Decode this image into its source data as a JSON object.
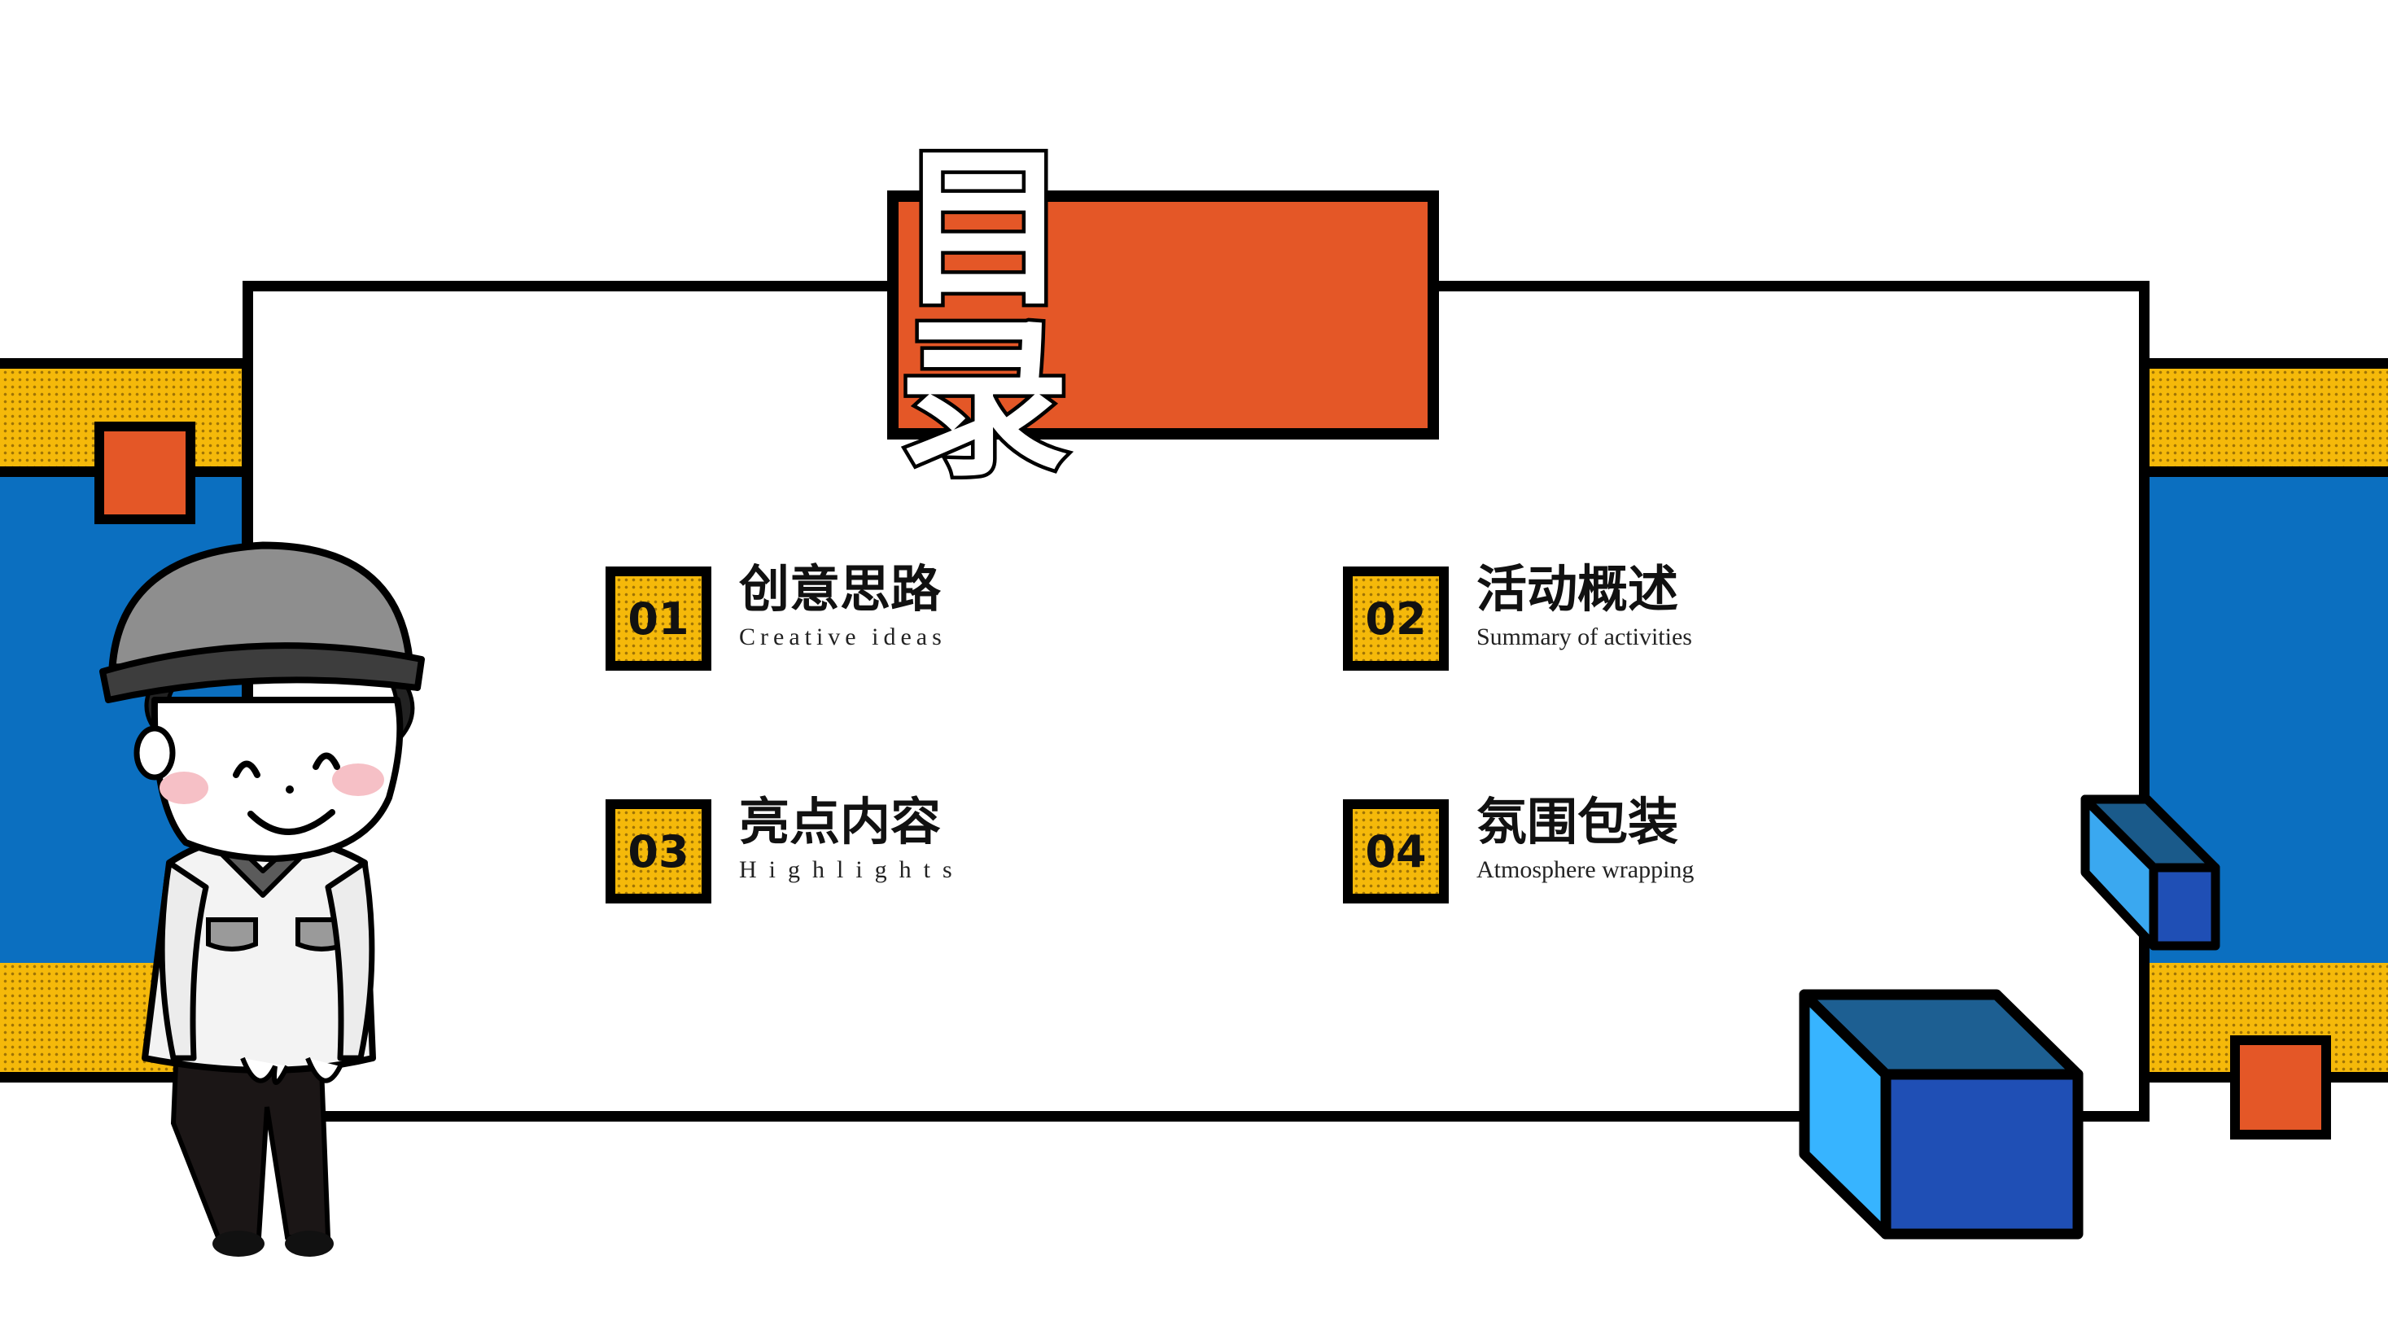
{
  "title": "目 录",
  "items": [
    {
      "num": "01",
      "cn": "创意思路",
      "en": "Creative ideas"
    },
    {
      "num": "02",
      "cn": "活动概述",
      "en": "Summary of activities"
    },
    {
      "num": "03",
      "cn": "亮点内容",
      "en": "Highlights"
    },
    {
      "num": "04",
      "cn": "氛围包装",
      "en": "Atmosphere wrapping"
    }
  ],
  "colors": {
    "accent_orange": "#e45727",
    "accent_yellow": "#f5b90a",
    "accent_blue": "#0b6fc0",
    "outline": "#000000"
  }
}
